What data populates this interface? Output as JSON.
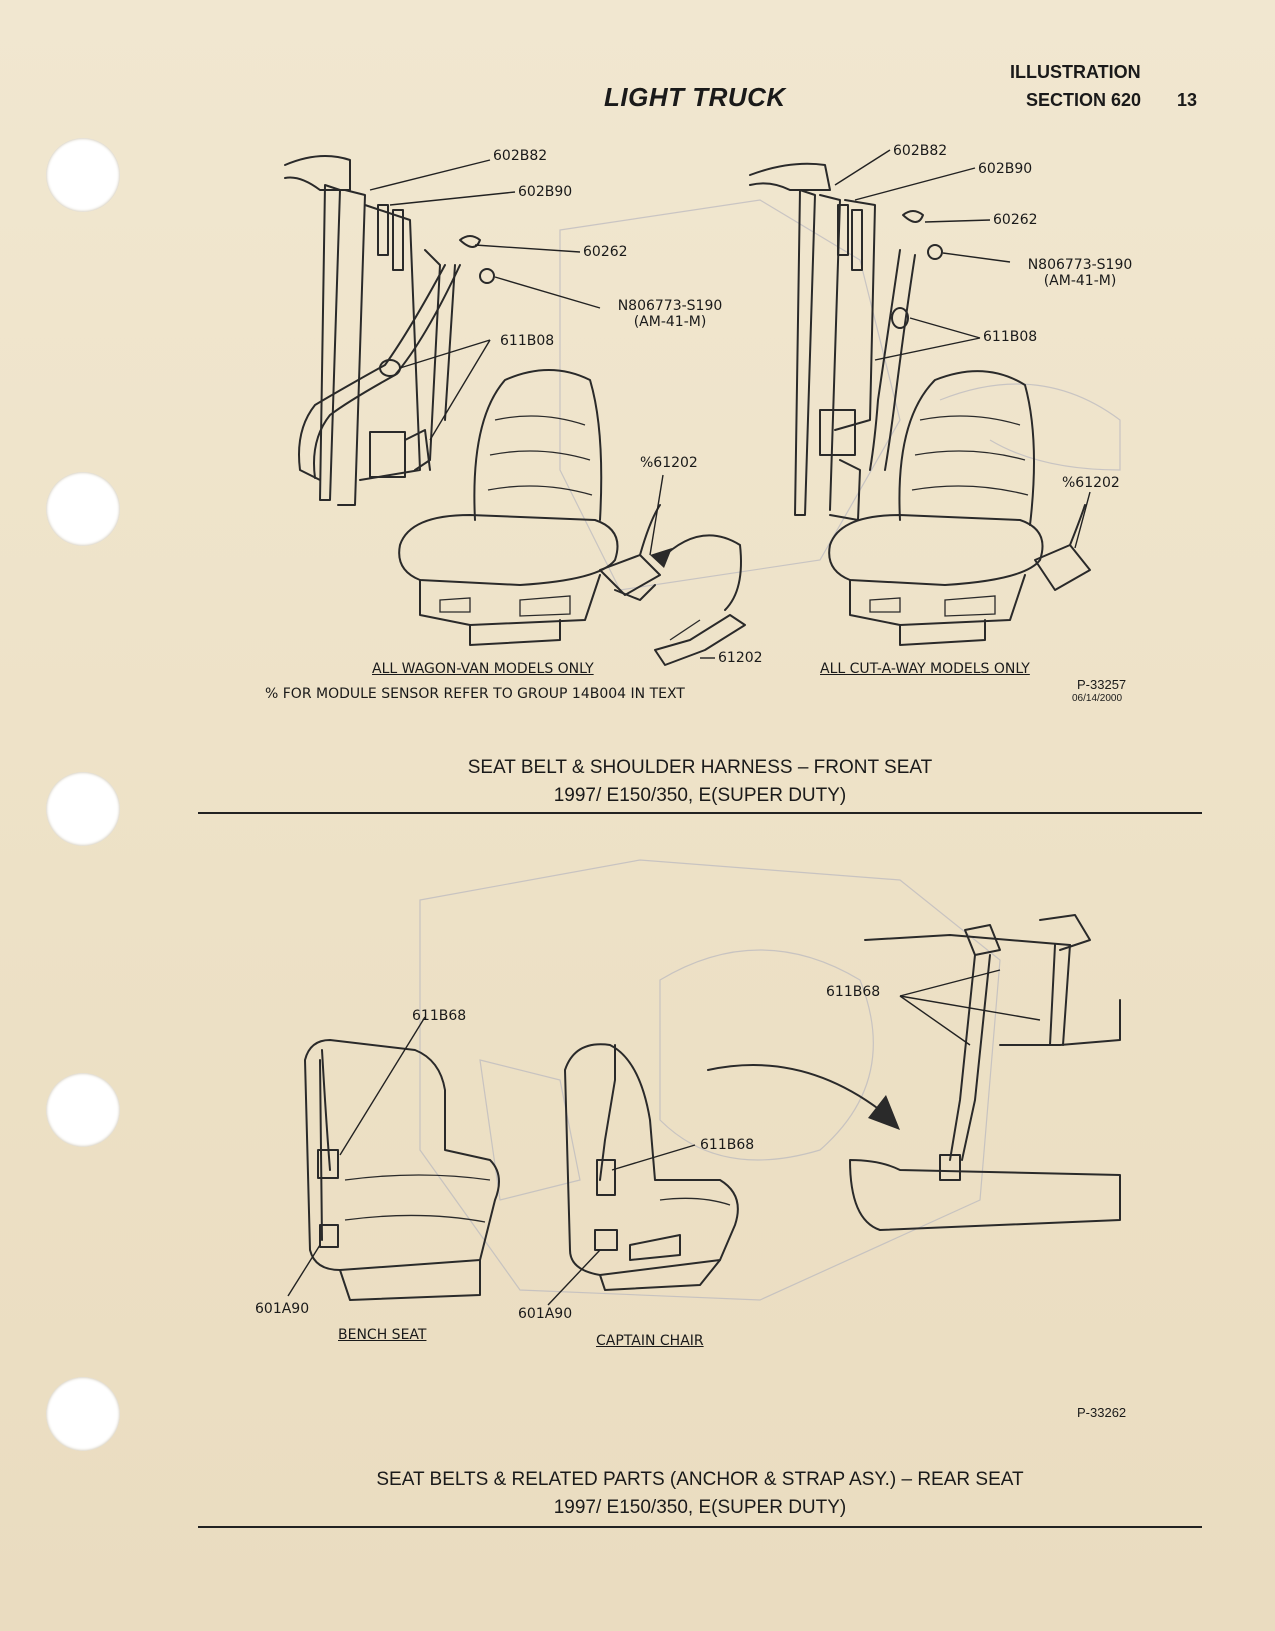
{
  "header": {
    "title": "LIGHT TRUCK",
    "illustration": "ILLUSTRATION",
    "section": "SECTION 620",
    "page_number": "13"
  },
  "figure1": {
    "callouts_left": {
      "c602B82": "602B82",
      "c602B90": "602B90",
      "c60262": "60262",
      "cN806773": "N806773-S190",
      "cAM41M": "(AM-41-M)",
      "c611B08": "611B08",
      "c61202pct": "%61202",
      "c61202": "61202"
    },
    "callouts_right": {
      "c602B82": "602B82",
      "c602B90": "602B90",
      "c60262": "60262",
      "cN806773": "N806773-S190",
      "cAM41M": "(AM-41-M)",
      "c611B08": "611B08",
      "c61202pct": "%61202"
    },
    "label_left": "ALL WAGON-VAN MODELS ONLY",
    "label_right": "ALL CUT-A-WAY MODELS ONLY",
    "note": "% FOR MODULE SENSOR REFER TO GROUP 14B004 IN TEXT",
    "part_number": "P-33257",
    "date": "06/14/2000",
    "caption_line1": "SEAT BELT & SHOULDER HARNESS – FRONT SEAT",
    "caption_line2": "1997/ E150/350, E(SUPER DUTY)"
  },
  "figure2": {
    "callouts": {
      "c611B68_a": "611B68",
      "c611B68_b": "611B68",
      "c611B68_c": "611B68",
      "c601A90_a": "601A90",
      "c601A90_b": "601A90"
    },
    "label_bench": "BENCH SEAT",
    "label_captain": "CAPTAIN CHAIR",
    "part_number": "P-33262",
    "caption_line1": "SEAT BELTS & RELATED PARTS (ANCHOR & STRAP ASY.) – REAR SEAT",
    "caption_line2": "1997/ E150/350, E(SUPER DUTY)"
  },
  "colors": {
    "paper": "#efe4cc",
    "ink": "#1a1a1a",
    "ghost": "#b8b6bf"
  },
  "icons": [
    "binder-hole",
    "seat-illustration",
    "arrow-curve"
  ]
}
